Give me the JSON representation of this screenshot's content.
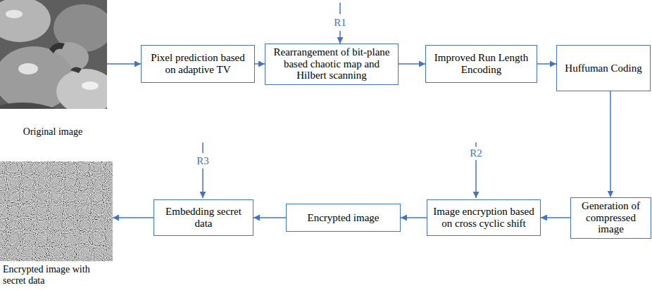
{
  "diagram": {
    "nodes": [
      {
        "text": [
          "Original image"
        ]
      },
      {
        "text": [
          "Pixel prediction based on adaptive TV"
        ]
      },
      {
        "text": [
          "Rearrangement of bit-plane based chaotic map and Hilbert scanning"
        ]
      },
      {
        "text": [
          "Improved Run Length Encoding"
        ]
      },
      {
        "text": [
          "Huffuman Coding"
        ]
      },
      {
        "text": [
          "Generation of compressed image"
        ]
      },
      {
        "text": [
          "Image encryption based on cross cyclic shift"
        ]
      },
      {
        "text": [
          "Encrypted image"
        ]
      },
      {
        "text": [
          "Embedding secret data"
        ]
      },
      {
        "text": [
          "Encrypted image with secret data"
        ]
      }
    ],
    "edges": [
      {
        "from": 0,
        "to": 1,
        "arrow": "to"
      },
      {
        "from": 1,
        "to": 2,
        "arrow": "to"
      },
      {
        "from": 2,
        "to": 3,
        "arrow": "to"
      },
      {
        "from": 3,
        "to": 4,
        "arrow": "to"
      },
      {
        "from": 4,
        "to": 5,
        "arrow": "to"
      },
      {
        "from": 5,
        "to": 6,
        "arrow": "to"
      },
      {
        "from": 6,
        "to": 7,
        "arrow": "to"
      },
      {
        "from": 7,
        "to": 8,
        "arrow": "to"
      },
      {
        "from": 8,
        "to": 9,
        "arrow": "to"
      }
    ],
    "labels": [
      "R1",
      "R2",
      "R3"
    ]
  }
}
